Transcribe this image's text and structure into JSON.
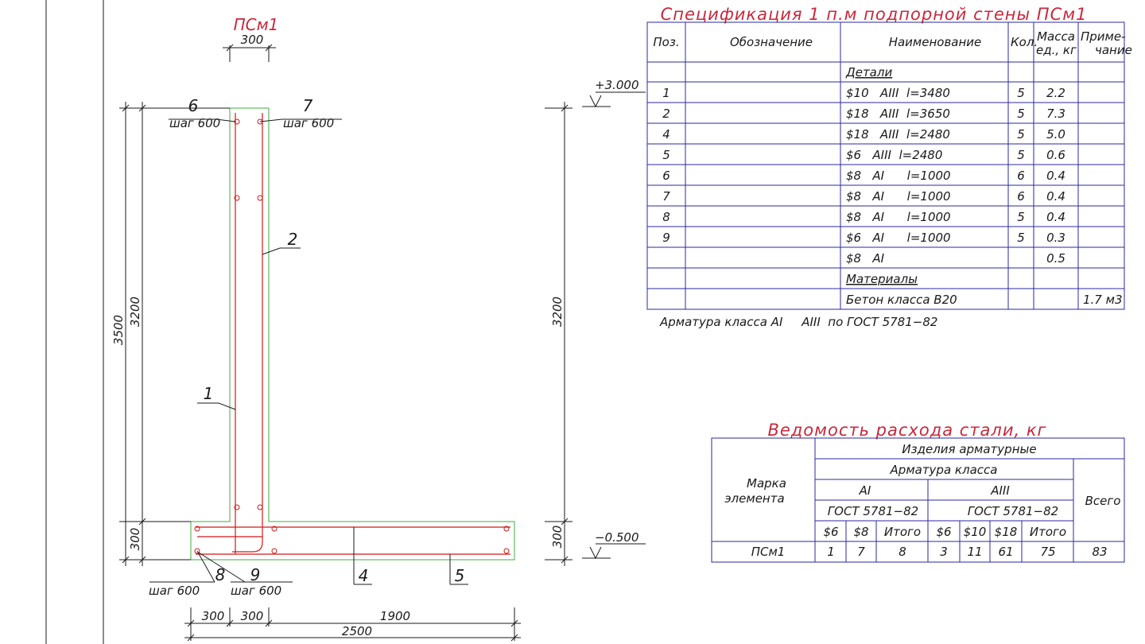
{
  "drawing": {
    "title": "ПСм1",
    "elev_top": "+3.000",
    "elev_bottom": "−0.500",
    "dims": {
      "top_width": "300",
      "height_total": "3500",
      "height_wall": "3200",
      "height_base": "300",
      "bottom_1": "300",
      "bottom_2": "300",
      "bottom_3": "1900",
      "bottom_total": "2500"
    },
    "marks": {
      "m1": "1",
      "m2": "2",
      "m4": "4",
      "m5": "5",
      "m6": "6",
      "m7": "7",
      "m8": "8",
      "m9": "9",
      "step": "шаг 600"
    }
  },
  "spec": {
    "title": "Спецификация 1 п.м подпорной стены ПСм1",
    "headers": {
      "pos": "Поз.",
      "designation": "Обозначение",
      "name": "Наименование",
      "qty": "Кол.",
      "mass_1": "Масса",
      "mass_2": "ед., кг",
      "note_1": "Приме-",
      "note_2": "чание"
    },
    "section_details": "Детали",
    "section_materials": "Материалы",
    "rows": [
      {
        "pos": "1",
        "name": "$10   AIII  l=3480",
        "qty": "5",
        "mass": "2.2"
      },
      {
        "pos": "2",
        "name": "$18   AIII  l=3650",
        "qty": "5",
        "mass": "7.3"
      },
      {
        "pos": "4",
        "name": "$18   AIII  l=2480",
        "qty": "5",
        "mass": "5.0"
      },
      {
        "pos": "5",
        "name": "$6   AIII  l=2480",
        "qty": "5",
        "mass": "0.6"
      },
      {
        "pos": "6",
        "name": "$8   AI      l=1000",
        "qty": "6",
        "mass": "0.4"
      },
      {
        "pos": "7",
        "name": "$8   AI      l=1000",
        "qty": "6",
        "mass": "0.4"
      },
      {
        "pos": "8",
        "name": "$8   AI      l=1000",
        "qty": "5",
        "mass": "0.4"
      },
      {
        "pos": "9",
        "name": "$6   AI      l=1000",
        "qty": "5",
        "mass": "0.3"
      },
      {
        "pos": "",
        "name": "$8   AI",
        "qty": "",
        "mass": "0.5"
      }
    ],
    "material": {
      "name": "Бетон класса В20",
      "note": "1.7 м3"
    },
    "footnote": "Арматура класса AI     AIII  по ГОСТ 5781−82"
  },
  "steel": {
    "title": "Ведомость расхода стали, кг",
    "h_products": "Изделия арматурные",
    "h_class": "Арматура класса",
    "h_mark_1": "Марка",
    "h_mark_2": "элемента",
    "h_total": "Всего",
    "h_ai": "AI",
    "h_aiii": "AIII",
    "h_gost_ai": "ГОСТ 5781−82",
    "h_gost_aiii": "ГОСТ 5781−82",
    "sub": [
      "$6",
      "$8",
      "Итого",
      "$6",
      "$10",
      "$18",
      "Итого"
    ],
    "row": {
      "mark": "ПСм1",
      "values": [
        "1",
        "7",
        "8",
        "3",
        "11",
        "61",
        "75"
      ],
      "total": "83"
    }
  }
}
